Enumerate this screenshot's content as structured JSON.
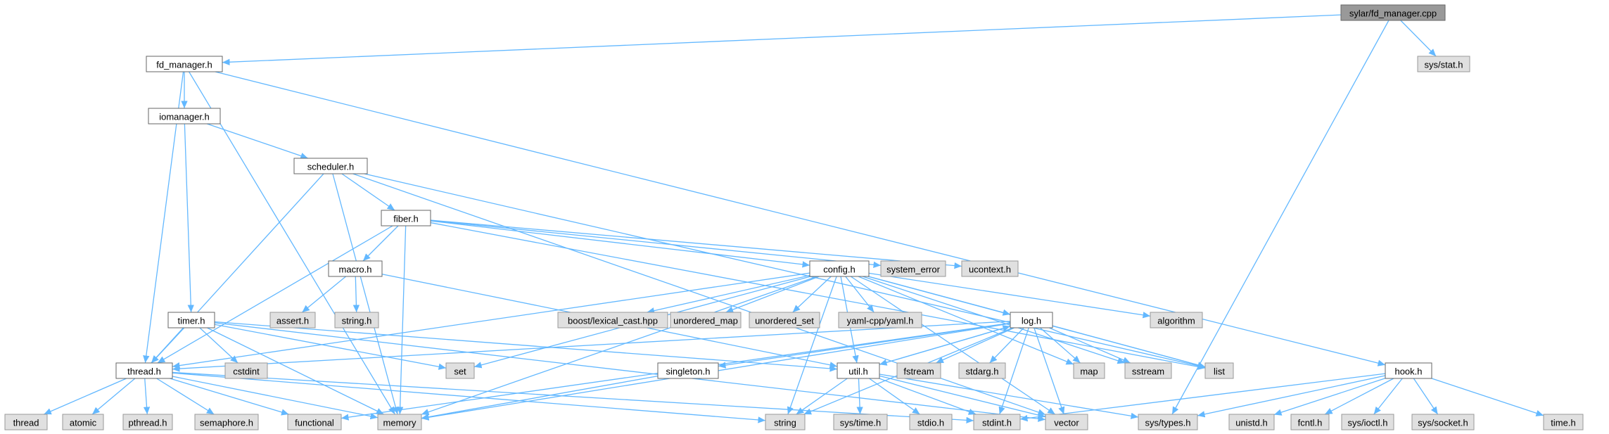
{
  "diagram": {
    "title": "",
    "colors": {
      "edge": "#63b8ff",
      "file_fill": "#ffffff",
      "system_fill": "#e0e0e0",
      "root_fill": "#999999"
    },
    "nodes": [
      {
        "id": "fd_manager_cpp",
        "label": "sylar/fd_manager.cpp",
        "kind": "root"
      },
      {
        "id": "fd_manager_h",
        "label": "fd_manager.h",
        "kind": "file"
      },
      {
        "id": "sys_stat_h",
        "label": "sys/stat.h",
        "kind": "system"
      },
      {
        "id": "iomanager_h",
        "label": "iomanager.h",
        "kind": "file"
      },
      {
        "id": "scheduler_h",
        "label": "scheduler.h",
        "kind": "file"
      },
      {
        "id": "fiber_h",
        "label": "fiber.h",
        "kind": "file"
      },
      {
        "id": "macro_h",
        "label": "macro.h",
        "kind": "file"
      },
      {
        "id": "config_h",
        "label": "config.h",
        "kind": "file"
      },
      {
        "id": "timer_h",
        "label": "timer.h",
        "kind": "file"
      },
      {
        "id": "log_h",
        "label": "log.h",
        "kind": "file"
      },
      {
        "id": "thread_h",
        "label": "thread.h",
        "kind": "file"
      },
      {
        "id": "singleton_h",
        "label": "singleton.h",
        "kind": "file"
      },
      {
        "id": "util_h",
        "label": "util.h",
        "kind": "file"
      },
      {
        "id": "hook_h",
        "label": "hook.h",
        "kind": "file"
      },
      {
        "id": "system_error",
        "label": "system_error",
        "kind": "system"
      },
      {
        "id": "ucontext_h",
        "label": "ucontext.h",
        "kind": "system"
      },
      {
        "id": "assert_h",
        "label": "assert.h",
        "kind": "system"
      },
      {
        "id": "string_h",
        "label": "string.h",
        "kind": "system"
      },
      {
        "id": "boost_lexical_cast",
        "label": "boost/lexical_cast.hpp",
        "kind": "system"
      },
      {
        "id": "unordered_map",
        "label": "unordered_map",
        "kind": "system"
      },
      {
        "id": "unordered_set",
        "label": "unordered_set",
        "kind": "system"
      },
      {
        "id": "yaml_cpp",
        "label": "yaml-cpp/yaml.h",
        "kind": "system"
      },
      {
        "id": "algorithm",
        "label": "algorithm",
        "kind": "system"
      },
      {
        "id": "cstdint",
        "label": "cstdint",
        "kind": "system"
      },
      {
        "id": "set",
        "label": "set",
        "kind": "system"
      },
      {
        "id": "fstream",
        "label": "fstream",
        "kind": "system"
      },
      {
        "id": "stdarg_h",
        "label": "stdarg.h",
        "kind": "system"
      },
      {
        "id": "map",
        "label": "map",
        "kind": "system"
      },
      {
        "id": "sstream",
        "label": "sstream",
        "kind": "system"
      },
      {
        "id": "list",
        "label": "list",
        "kind": "system"
      },
      {
        "id": "thread",
        "label": "thread",
        "kind": "system"
      },
      {
        "id": "atomic",
        "label": "atomic",
        "kind": "system"
      },
      {
        "id": "pthread_h",
        "label": "pthread.h",
        "kind": "system"
      },
      {
        "id": "semaphore_h",
        "label": "semaphore.h",
        "kind": "system"
      },
      {
        "id": "functional",
        "label": "functional",
        "kind": "system"
      },
      {
        "id": "memory",
        "label": "memory",
        "kind": "system"
      },
      {
        "id": "string",
        "label": "string",
        "kind": "system"
      },
      {
        "id": "sys_time_h",
        "label": "sys/time.h",
        "kind": "system"
      },
      {
        "id": "stdio_h",
        "label": "stdio.h",
        "kind": "system"
      },
      {
        "id": "stdint_h",
        "label": "stdint.h",
        "kind": "system"
      },
      {
        "id": "vector",
        "label": "vector",
        "kind": "system"
      },
      {
        "id": "sys_types_h",
        "label": "sys/types.h",
        "kind": "system"
      },
      {
        "id": "unistd_h",
        "label": "unistd.h",
        "kind": "system"
      },
      {
        "id": "fcntl_h",
        "label": "fcntl.h",
        "kind": "system"
      },
      {
        "id": "sys_ioctl_h",
        "label": "sys/ioctl.h",
        "kind": "system"
      },
      {
        "id": "sys_socket_h",
        "label": "sys/socket.h",
        "kind": "system"
      },
      {
        "id": "time_h",
        "label": "time.h",
        "kind": "system"
      }
    ],
    "edges": [
      [
        "fd_manager_cpp",
        "fd_manager_h"
      ],
      [
        "fd_manager_cpp",
        "sys_stat_h"
      ],
      [
        "fd_manager_cpp",
        "sys_types_h"
      ],
      [
        "fd_manager_h",
        "iomanager_h"
      ],
      [
        "fd_manager_h",
        "thread_h"
      ],
      [
        "fd_manager_h",
        "memory"
      ],
      [
        "fd_manager_h",
        "hook_h"
      ],
      [
        "iomanager_h",
        "scheduler_h"
      ],
      [
        "iomanager_h",
        "timer_h"
      ],
      [
        "scheduler_h",
        "fiber_h"
      ],
      [
        "scheduler_h",
        "thread_h"
      ],
      [
        "scheduler_h",
        "memory"
      ],
      [
        "scheduler_h",
        "list"
      ],
      [
        "scheduler_h",
        "vector"
      ],
      [
        "fiber_h",
        "macro_h"
      ],
      [
        "fiber_h",
        "config_h"
      ],
      [
        "fiber_h",
        "system_error"
      ],
      [
        "fiber_h",
        "ucontext_h"
      ],
      [
        "fiber_h",
        "thread_h"
      ],
      [
        "fiber_h",
        "memory"
      ],
      [
        "fiber_h",
        "list"
      ],
      [
        "macro_h",
        "assert_h"
      ],
      [
        "macro_h",
        "string_h"
      ],
      [
        "macro_h",
        "util_h"
      ],
      [
        "config_h",
        "boost_lexical_cast"
      ],
      [
        "config_h",
        "unordered_map"
      ],
      [
        "config_h",
        "unordered_set"
      ],
      [
        "config_h",
        "yaml_cpp"
      ],
      [
        "config_h",
        "algorithm"
      ],
      [
        "config_h",
        "log_h"
      ],
      [
        "config_h",
        "util_h"
      ],
      [
        "config_h",
        "thread_h"
      ],
      [
        "config_h",
        "set"
      ],
      [
        "config_h",
        "memory"
      ],
      [
        "config_h",
        "string"
      ],
      [
        "config_h",
        "map"
      ],
      [
        "config_h",
        "sstream"
      ],
      [
        "config_h",
        "list"
      ],
      [
        "config_h",
        "vector"
      ],
      [
        "timer_h",
        "thread_h"
      ],
      [
        "timer_h",
        "memory"
      ],
      [
        "timer_h",
        "set"
      ],
      [
        "timer_h",
        "cstdint"
      ],
      [
        "timer_h",
        "util_h"
      ],
      [
        "timer_h",
        "vector"
      ],
      [
        "log_h",
        "singleton_h"
      ],
      [
        "log_h",
        "util_h"
      ],
      [
        "log_h",
        "thread_h"
      ],
      [
        "log_h",
        "fstream"
      ],
      [
        "log_h",
        "stdarg_h"
      ],
      [
        "log_h",
        "map"
      ],
      [
        "log_h",
        "sstream"
      ],
      [
        "log_h",
        "list"
      ],
      [
        "log_h",
        "vector"
      ],
      [
        "log_h",
        "stdint_h"
      ],
      [
        "log_h",
        "string"
      ],
      [
        "log_h",
        "memory"
      ],
      [
        "log_h",
        "functional"
      ],
      [
        "singleton_h",
        "memory"
      ],
      [
        "util_h",
        "sys_time_h"
      ],
      [
        "util_h",
        "stdio_h"
      ],
      [
        "util_h",
        "stdint_h"
      ],
      [
        "util_h",
        "vector"
      ],
      [
        "util_h",
        "string"
      ],
      [
        "util_h",
        "sys_types_h"
      ],
      [
        "util_h",
        "log_h"
      ],
      [
        "thread_h",
        "thread"
      ],
      [
        "thread_h",
        "atomic"
      ],
      [
        "thread_h",
        "pthread_h"
      ],
      [
        "thread_h",
        "semaphore_h"
      ],
      [
        "thread_h",
        "functional"
      ],
      [
        "thread_h",
        "memory"
      ],
      [
        "thread_h",
        "string"
      ],
      [
        "thread_h",
        "stdint_h"
      ],
      [
        "hook_h",
        "unistd_h"
      ],
      [
        "hook_h",
        "fcntl_h"
      ],
      [
        "hook_h",
        "sys_ioctl_h"
      ],
      [
        "hook_h",
        "sys_socket_h"
      ],
      [
        "hook_h",
        "time_h"
      ],
      [
        "hook_h",
        "sys_types_h"
      ],
      [
        "hook_h",
        "stdint_h"
      ]
    ]
  }
}
